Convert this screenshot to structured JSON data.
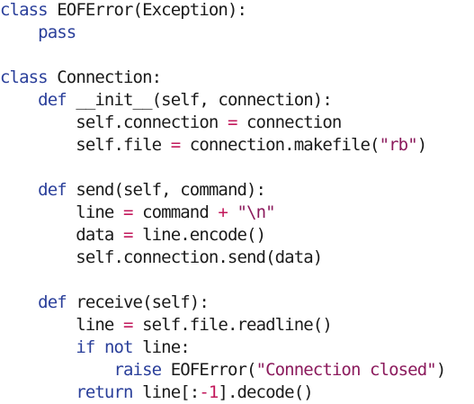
{
  "colors": {
    "background": "#ffffff",
    "text": "#1a1a1a",
    "keyword": "#2a3f9a",
    "operator": "#c2185b",
    "string": "#8b1a5c"
  },
  "lines": [
    [
      {
        "t": "class",
        "k": "kw"
      },
      {
        "t": " EOFError(Exception):",
        "k": ""
      }
    ],
    [
      {
        "t": "    ",
        "k": ""
      },
      {
        "t": "pass",
        "k": "kw"
      }
    ],
    [],
    [
      {
        "t": "class",
        "k": "kw"
      },
      {
        "t": " Connection:",
        "k": ""
      }
    ],
    [
      {
        "t": "    ",
        "k": ""
      },
      {
        "t": "def",
        "k": "kw"
      },
      {
        "t": " __init__(self, connection):",
        "k": ""
      }
    ],
    [
      {
        "t": "        self.connection ",
        "k": ""
      },
      {
        "t": "=",
        "k": "op"
      },
      {
        "t": " connection",
        "k": ""
      }
    ],
    [
      {
        "t": "        self.file ",
        "k": ""
      },
      {
        "t": "=",
        "k": "op"
      },
      {
        "t": " connection.makefile(",
        "k": ""
      },
      {
        "t": "\"rb\"",
        "k": "str"
      },
      {
        "t": ")",
        "k": ""
      }
    ],
    [],
    [
      {
        "t": "    ",
        "k": ""
      },
      {
        "t": "def",
        "k": "kw"
      },
      {
        "t": " send(self, command):",
        "k": ""
      }
    ],
    [
      {
        "t": "        line ",
        "k": ""
      },
      {
        "t": "=",
        "k": "op"
      },
      {
        "t": " command ",
        "k": ""
      },
      {
        "t": "+",
        "k": "op"
      },
      {
        "t": " ",
        "k": ""
      },
      {
        "t": "\"\\n\"",
        "k": "str"
      }
    ],
    [
      {
        "t": "        data ",
        "k": ""
      },
      {
        "t": "=",
        "k": "op"
      },
      {
        "t": " line.encode()",
        "k": ""
      }
    ],
    [
      {
        "t": "        self.connection.send(data)",
        "k": ""
      }
    ],
    [],
    [
      {
        "t": "    ",
        "k": ""
      },
      {
        "t": "def",
        "k": "kw"
      },
      {
        "t": " receive(self):",
        "k": ""
      }
    ],
    [
      {
        "t": "        line ",
        "k": ""
      },
      {
        "t": "=",
        "k": "op"
      },
      {
        "t": " self.file.readline()",
        "k": ""
      }
    ],
    [
      {
        "t": "        ",
        "k": ""
      },
      {
        "t": "if",
        "k": "kw"
      },
      {
        "t": " ",
        "k": ""
      },
      {
        "t": "not",
        "k": "kw"
      },
      {
        "t": " line:",
        "k": ""
      }
    ],
    [
      {
        "t": "            ",
        "k": ""
      },
      {
        "t": "raise",
        "k": "kw"
      },
      {
        "t": " EOFError(",
        "k": ""
      },
      {
        "t": "\"Connection closed\"",
        "k": "str"
      },
      {
        "t": ")",
        "k": ""
      }
    ],
    [
      {
        "t": "        ",
        "k": ""
      },
      {
        "t": "return",
        "k": "kw"
      },
      {
        "t": " line[:",
        "k": ""
      },
      {
        "t": "-1",
        "k": "num"
      },
      {
        "t": "].decode()",
        "k": ""
      }
    ]
  ]
}
